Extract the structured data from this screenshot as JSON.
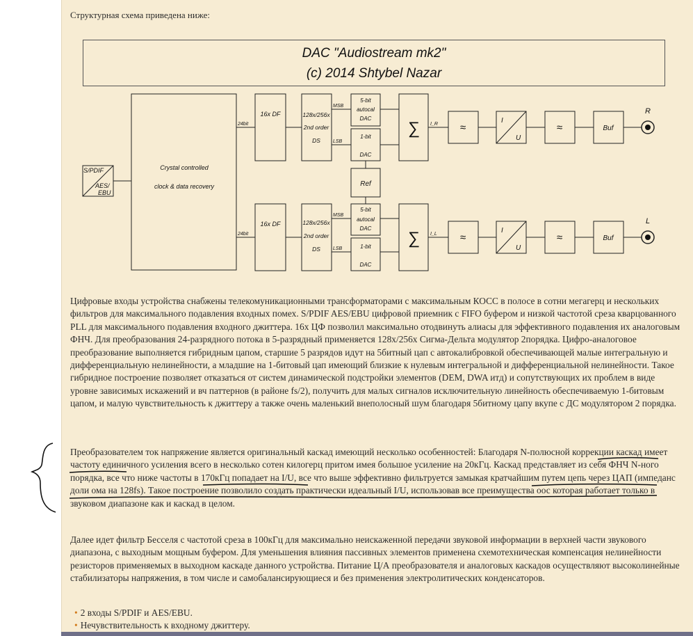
{
  "intro": "Структурная схема приведена ниже:",
  "diagram": {
    "title_line1": "DAC \"Audiostream mk2\"",
    "title_line2": "(c) 2014 Shtybel Nazar",
    "input_top": "S/PDIF",
    "input_bottom1": "AES/",
    "input_bottom2": "EBU",
    "clock_line1": "Crystal controlled",
    "clock_line2": "clock & data recovery",
    "bus_label": "24bit",
    "df_label": "16x DF",
    "ds_line1": "128x/256x",
    "ds_line2": "2nd order",
    "ds_line3": "DS",
    "msb": "MSB",
    "lsb": "LSB",
    "dac5_line1": "5-bit",
    "dac5_line2": "autocal",
    "dac5_line3": "DAC",
    "dac1_line1": "1-bit",
    "dac1_line2": "DAC",
    "ref": "Ref",
    "sum_symbol": "∑",
    "ir": "I_R",
    "il": "I_L",
    "filter_symbol": "≈",
    "iu_i": "I",
    "iu_u": "U",
    "buf": "Buf",
    "out_r": "R",
    "out_l": "L"
  },
  "paragraphs": [
    "Цифровые входы устройства снабжены телекомуникационными трансформаторами с максимальным КОСС в полосе в сотни мегагерц и нескольких фильтров для максимального подавления входных помех. S/PDIF AES/EBU цифровой приемник с FIFO буфером и низкой частотой среза кварцованного PLL для максимального подавления входного джиттера. 16х ЦФ позволил максимально отодвинуть алиасы для эффективного подавления их аналоговым ФНЧ. Для преобразования 24-разрядного потока в 5-разрядный применяется 128х/256х Сигма-Дельта модулятор 2порядка. Цифро-аналоговое преобразование выполняется гибридным цапом, старшие 5 разрядов идут на 5битный цап с автокалибровкой обеспечивающей малые интегральную и дифференциальную нелинейности, а младшие на 1-битовый цап имеющий близкие к нулевым интегральной и дифференциальной нелинейности. Такое гибридное построение позволяет отказаться от систем динамической подстройки элементов (DEM, DWA итд) и сопутствующих их проблем в виде уровне зависимых искажений и вч паттернов (в районе fs/2), получить для малых сигналов исключительную линейность обеспечиваемую 1-битовым цапом, и малую чувствительность к джиттеру а также очень маленький внеполосный шум благодаря 5битному цапу вкупе с ДС модулятором 2 порядка.",
    "Преобразователем ток напряжение является оригинальный каскад имеющий несколько особенностей: Благодаря N-полюсной коррекции каскад имеет частоту единичного усиления всего в несколько сотен килогерц притом имея большое усиление на 20кГц. Каскад представляет из себя ФНЧ N-ного порядка, все что ниже частоты в 170кГц попадает на I/U, все что выше эффективно фильтруется замыкая кратчайшим путем цепь через ЦАП (импеданс доли ома на 128fs). Такое построение позволило создать практически идеальный I/U, использовав все преимущества оос которая работает только в звуковом диапазоне как и каскад в целом.",
    "Далее идет фильтр Бесселя с частотой среза в 100кГц для максимально неискаженной передачи звуковой информации в верхней части звукового диапазона, с выходным мощным буфером. Для уменьшения влияния пассивных элементов применена схемотехническая компенсация нелинейности резисторов применяемых в выходном каскаде данного устройства. Питание Ц/А преобразователя и аналоговых каскадов осуществляют высоколинейные стабилизаторы напряжения, в том числе и самобалансирующиеся и без применения электролитических конденсаторов."
  ],
  "bullets": [
    "2 входы S/PDIF и AES/EBU.",
    "Нечувствительность к входному джиттеру."
  ]
}
